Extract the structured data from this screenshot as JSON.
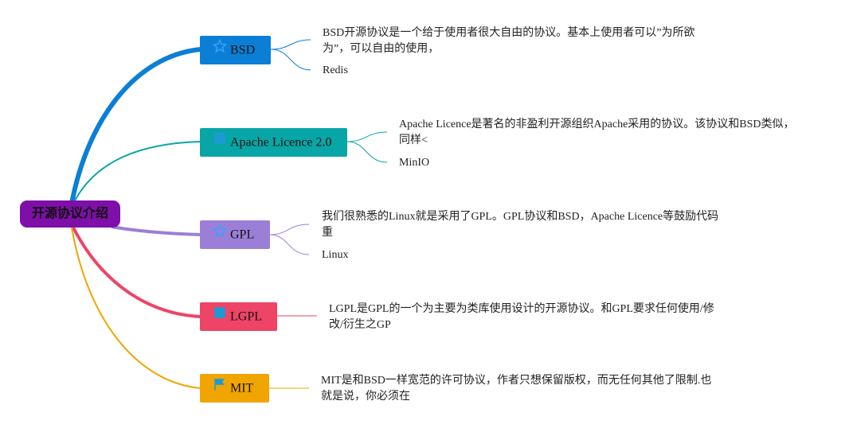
{
  "root": {
    "label": "开源协议介绍",
    "color": "#7e0fa8"
  },
  "branches": [
    {
      "label": "BSD",
      "color": "#0b7fd6",
      "icon": "star-outline-icon",
      "description": "BSD开源协议是一个给于使用者很大自由的协议。基本上使用者可以”为所欲为”，可以自由的使用，",
      "leaf": "Redis"
    },
    {
      "label": "Apache Licence 2.0",
      "color": "#08a6a6",
      "icon": "square-icon",
      "description": "Apache Licence是著名的非盈利开源组织Apache采用的协议。该协议和BSD类似，同样<",
      "leaf": "MinIO"
    },
    {
      "label": "GPL",
      "color": "#9b7fd6",
      "icon": "star-outline-icon",
      "description": "我们很熟悉的Linux就是采用了GPL。GPL协议和BSD，Apache Licence等鼓励代码重",
      "leaf": "Linux"
    },
    {
      "label": "LGPL",
      "color": "#ee4466",
      "icon": "square-icon",
      "description": "LGPL是GPL的一个为主要为类库使用设计的开源协议。和GPL要求任何使用/修改/衍生之GP"
    },
    {
      "label": "MIT",
      "color": "#f0a500",
      "icon": "flag-icon",
      "description": "MIT是和BSD一样宽范的许可协议，作者只想保留版权，而无任何其他了限制.也就是说，你必须在"
    }
  ]
}
